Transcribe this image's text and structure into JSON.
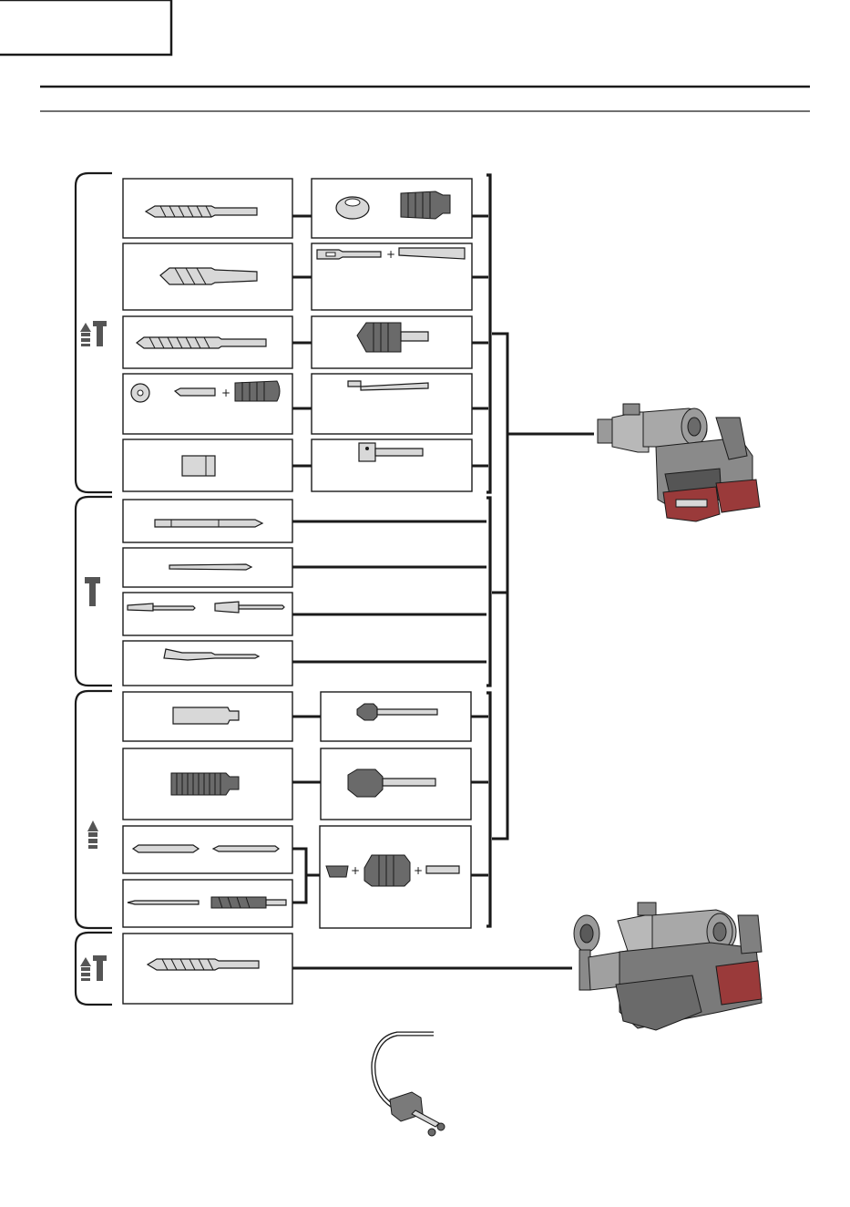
{
  "page": {
    "title": "",
    "section_heading": ""
  },
  "mode_groups": [
    {
      "name": "rotation-and-hammering",
      "icon": "rotation-hammer-icon"
    },
    {
      "name": "hammering-only",
      "icon": "hammer-icon"
    },
    {
      "name": "rotation-only",
      "icon": "drill-icon"
    },
    {
      "name": "rotation-and-hammering-dust-extraction",
      "icon": "rotation-hammer-icon"
    }
  ],
  "accessories": {
    "rotation_hammering_bits": [
      "sds-plus-drill-bit",
      "taper-shank-drill-bit",
      "long-drill-bit",
      "core-bit-set",
      "hole-saw-adapter"
    ],
    "rotation_hammering_adapters": [
      "center-pin-and-core-bit",
      "cotter-and-taper-shank-adapter",
      "drill-chuck-sds",
      "center-pin-long",
      "taper-shank-adapter"
    ],
    "hammering_tools": [
      "bull-point",
      "pointed-chisel",
      "cold-chisels",
      "scoop-chisel"
    ],
    "rotation_only_tools": [
      "hole-core-bit",
      "threaded-core-bit",
      "screwdriver-bits",
      "wood-and-metal-drill-bits"
    ],
    "rotation_only_adapters": [
      "sds-adapter",
      "core-adapter",
      "chuck-with-adapter"
    ],
    "dust_extraction_bits": [
      "sds-plus-drill-bit-dust"
    ],
    "extras": [
      "side-handle"
    ]
  },
  "colors": {
    "line": "#1a1a1a",
    "tool_body": "#d8d8d8",
    "tool_dark": "#6a6a6a",
    "battery_red": "#9a3a3a"
  }
}
